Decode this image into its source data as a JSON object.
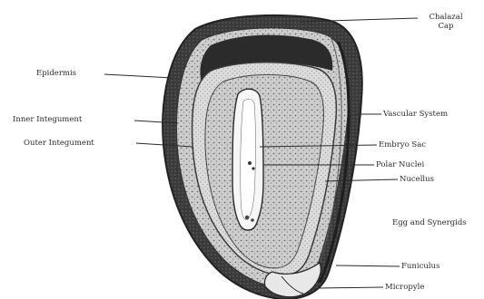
{
  "diagram": {
    "labels": {
      "chalazal_cap_line1": "Chalazal",
      "chalazal_cap_line2": "Cap",
      "epidermis": "Epidermis",
      "inner_integument": "Inner Integument",
      "outer_integument": "Outer Integument",
      "vascular_system": "Vascular System",
      "embryo_sac": "Embryo Sac",
      "polar_nuclei": "Polar Nuclei",
      "nucellus": "Nucellus",
      "egg_and_synergids": "Egg and Synergids",
      "funiculus": "Funiculus",
      "micropyle": "Micropyle"
    }
  }
}
